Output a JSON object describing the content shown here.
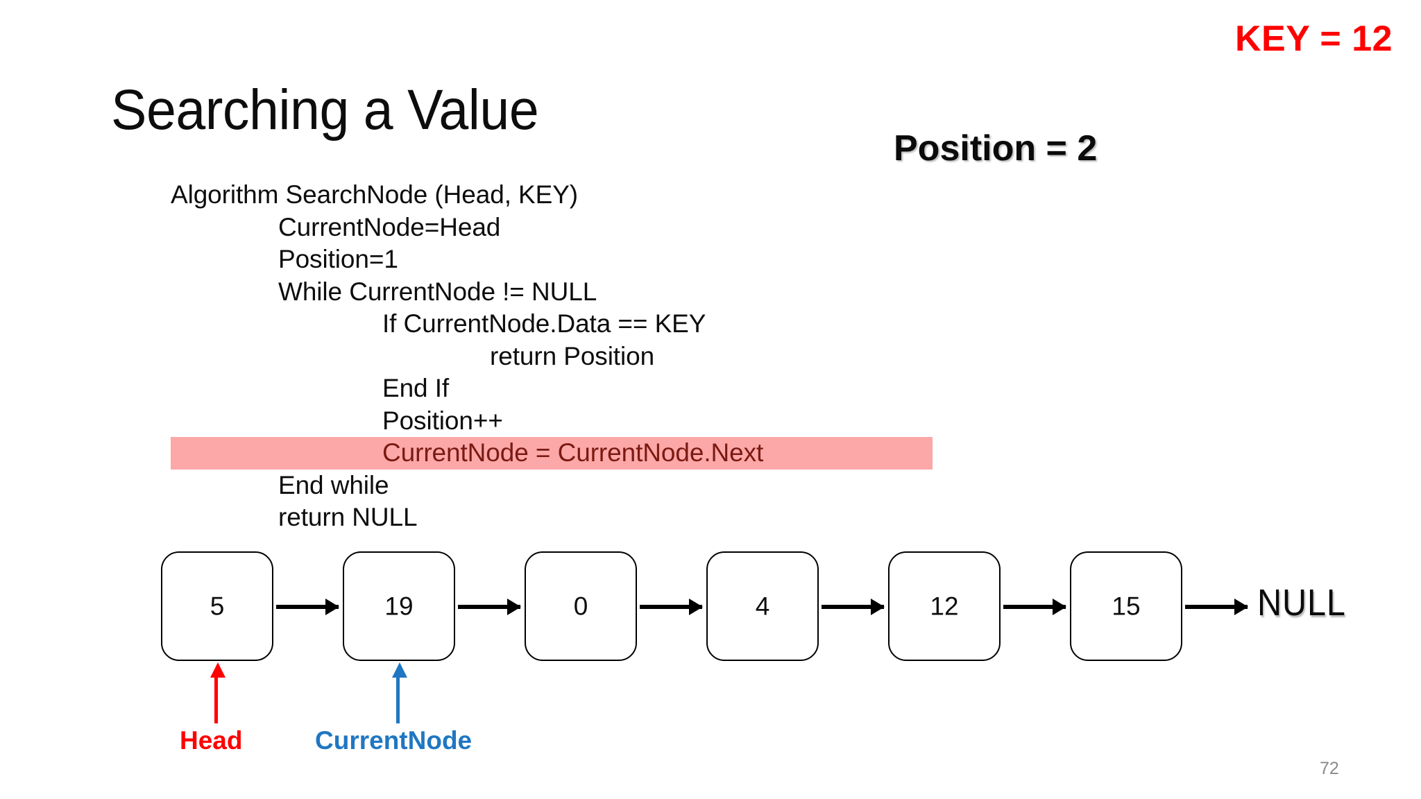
{
  "slide": {
    "title": "Searching a Value",
    "page_number": "72",
    "background_color": "#FFFFFF"
  },
  "annotations": {
    "key_label": "KEY = 12",
    "key_color": "#FF0000",
    "position_label": "Position = 2",
    "position_color": "#0B0B0B"
  },
  "algorithm": {
    "highlight_background": "#FCA8A8",
    "highlight_text_color": "#7B1A12",
    "lines": [
      {
        "text": "Algorithm SearchNode (Head, KEY)",
        "indent": 0,
        "highlighted": false
      },
      {
        "text": "CurrentNode=Head",
        "indent": 1,
        "highlighted": false
      },
      {
        "text": "Position=1",
        "indent": 1,
        "highlighted": false
      },
      {
        "text": "While CurrentNode != NULL",
        "indent": 1,
        "highlighted": false
      },
      {
        "text": "If CurrentNode.Data == KEY",
        "indent": 2,
        "highlighted": false
      },
      {
        "text": "return Position",
        "indent": 3,
        "highlighted": false
      },
      {
        "text": "End If",
        "indent": 2,
        "highlighted": false
      },
      {
        "text": "Position++",
        "indent": 2,
        "highlighted": false
      },
      {
        "text": "CurrentNode = CurrentNode.Next",
        "indent": 2,
        "highlighted": true
      },
      {
        "text": "End while",
        "indent": 1,
        "highlighted": false
      },
      {
        "text": "return NULL",
        "indent": 1,
        "highlighted": false
      }
    ]
  },
  "linked_list": {
    "nodes": [
      {
        "value": "5"
      },
      {
        "value": "19"
      },
      {
        "value": "0"
      },
      {
        "value": "4"
      },
      {
        "value": "12"
      },
      {
        "value": "15"
      }
    ],
    "terminator": "NULL",
    "node_border_color": "#000000",
    "node_fill_color": "#FFFFFF",
    "arrow_color": "#000000"
  },
  "pointers": [
    {
      "label": "Head",
      "color": "#FF0000",
      "target_index": 0
    },
    {
      "label": "CurrentNode",
      "color": "#1F77C2",
      "target_index": 1
    }
  ]
}
